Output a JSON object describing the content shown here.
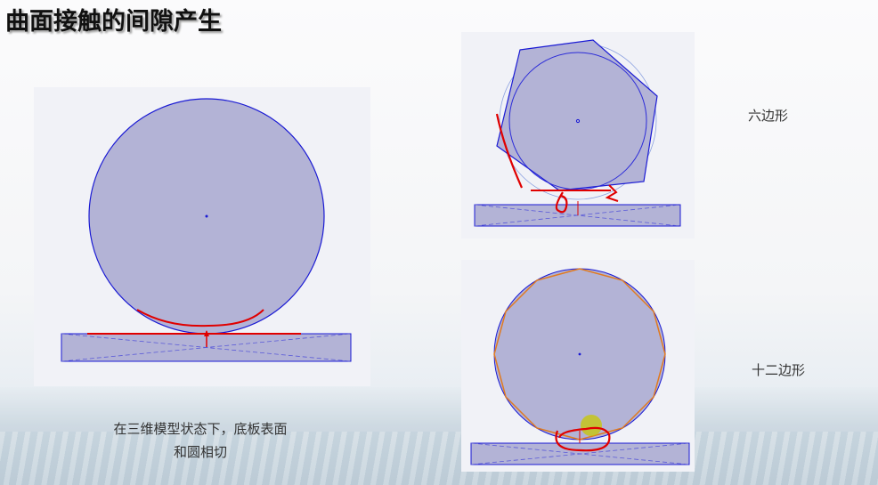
{
  "slide": {
    "title": "曲面接触的间隙产生",
    "caption_line1": "在三维模型状态下，底板表面",
    "caption_line2": "和圆相切",
    "label_hexagon": "六边形",
    "label_dodecagon": "十二边形"
  },
  "colors": {
    "shape_fill": "#b3b3d6",
    "outline": "#1a1ad4",
    "annotation": "#e00000",
    "polygon_edge": "#e07a20",
    "highlight": "#c8c800"
  },
  "diagrams": [
    {
      "name": "circle-on-plate",
      "shape": "circle"
    },
    {
      "name": "hexagon-on-plate",
      "shape": "hexagon"
    },
    {
      "name": "dodecagon-on-plate",
      "shape": "dodecagon"
    }
  ]
}
